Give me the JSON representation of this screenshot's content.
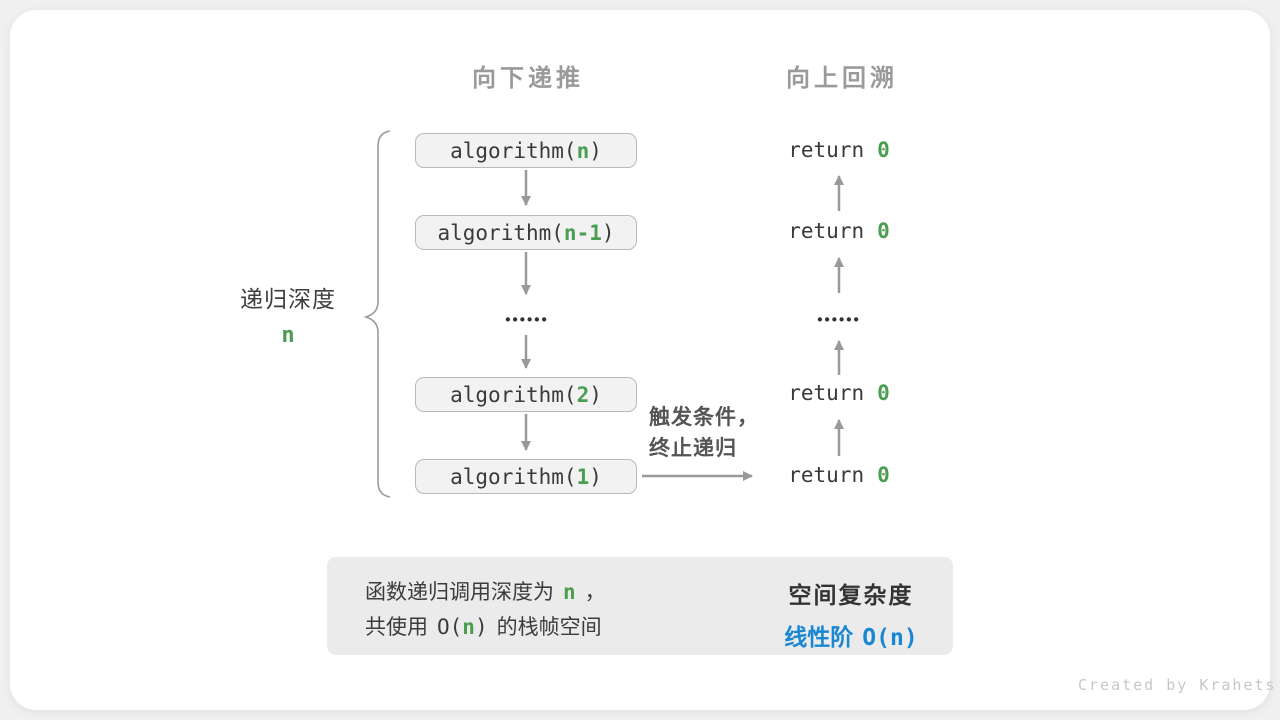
{
  "headers": {
    "down": "向下递推",
    "up": "向上回溯"
  },
  "depth": {
    "label": "递归深度",
    "var": "n"
  },
  "call_stack": {
    "boxes": [
      {
        "pre": "algorithm(",
        "arg": "n",
        "post": ")"
      },
      {
        "pre": "algorithm(",
        "arg": "n-1",
        "post": ")"
      },
      {
        "pre": "algorithm(",
        "arg": "2",
        "post": ")"
      },
      {
        "pre": "algorithm(",
        "arg": "1",
        "post": ")"
      }
    ],
    "ellipsis": "••••••"
  },
  "returns": {
    "pre": "return",
    "val": "0",
    "ellipsis": "••••••"
  },
  "trigger": {
    "line1": "触发条件，",
    "line2": "终止递归"
  },
  "summary": {
    "left": {
      "l1_text": "函数递归调用深度为",
      "l1_var": "n",
      "l1_comma": "，",
      "l2_a": "共使用",
      "l2_b": "O(",
      "l2_var": "n",
      "l2_c": ")",
      "l2_d": "的栈帧空间"
    },
    "right": {
      "title": "空间复杂度",
      "value_prefix": "线性阶",
      "value_expr": "O(n)"
    }
  },
  "credit": "Created by Krahets",
  "colors": {
    "accent_green": "#4b9e51",
    "accent_blue": "#1a87d3",
    "arrow_gray": "#999999",
    "box_fill": "#f2f2f2",
    "box_border": "#b9b9b9",
    "summary_fill": "#ebebeb"
  }
}
